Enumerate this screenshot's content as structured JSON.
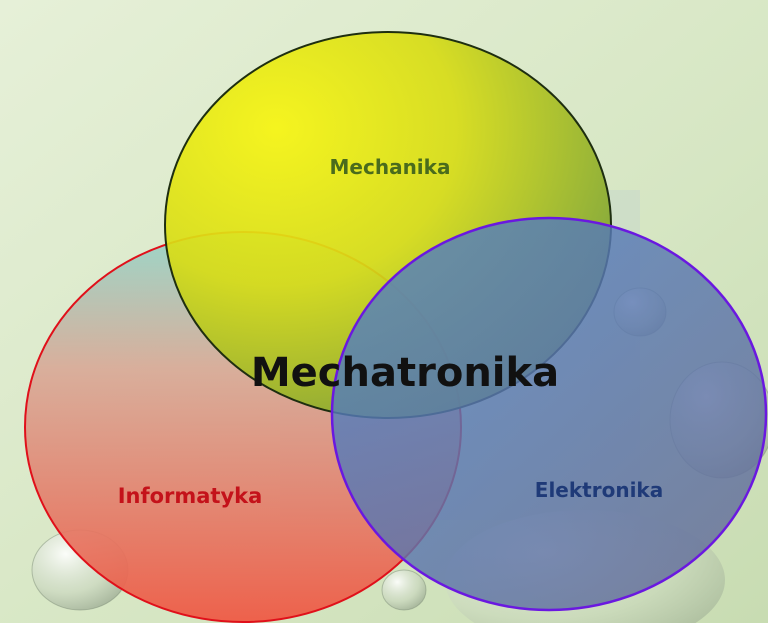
{
  "diagram": {
    "center_label": "Mechatronika",
    "circles": [
      {
        "id": "mechanika",
        "label": "Mechanika",
        "label_color": "#4a6b1c",
        "stroke": "#1e2e10"
      },
      {
        "id": "informatyka",
        "label": "Informatyka",
        "label_color": "#c4121a",
        "stroke": "#e0101a"
      },
      {
        "id": "elektronika",
        "label": "Elektronika",
        "label_color": "#1f3a78",
        "stroke": "#6a18e0"
      }
    ],
    "colors": {
      "background": "#dde9cf",
      "mechanika_fill": "#e8ec10",
      "informatyka_fill": "#e8584a",
      "elektronika_fill": "#6a7a9c"
    }
  }
}
